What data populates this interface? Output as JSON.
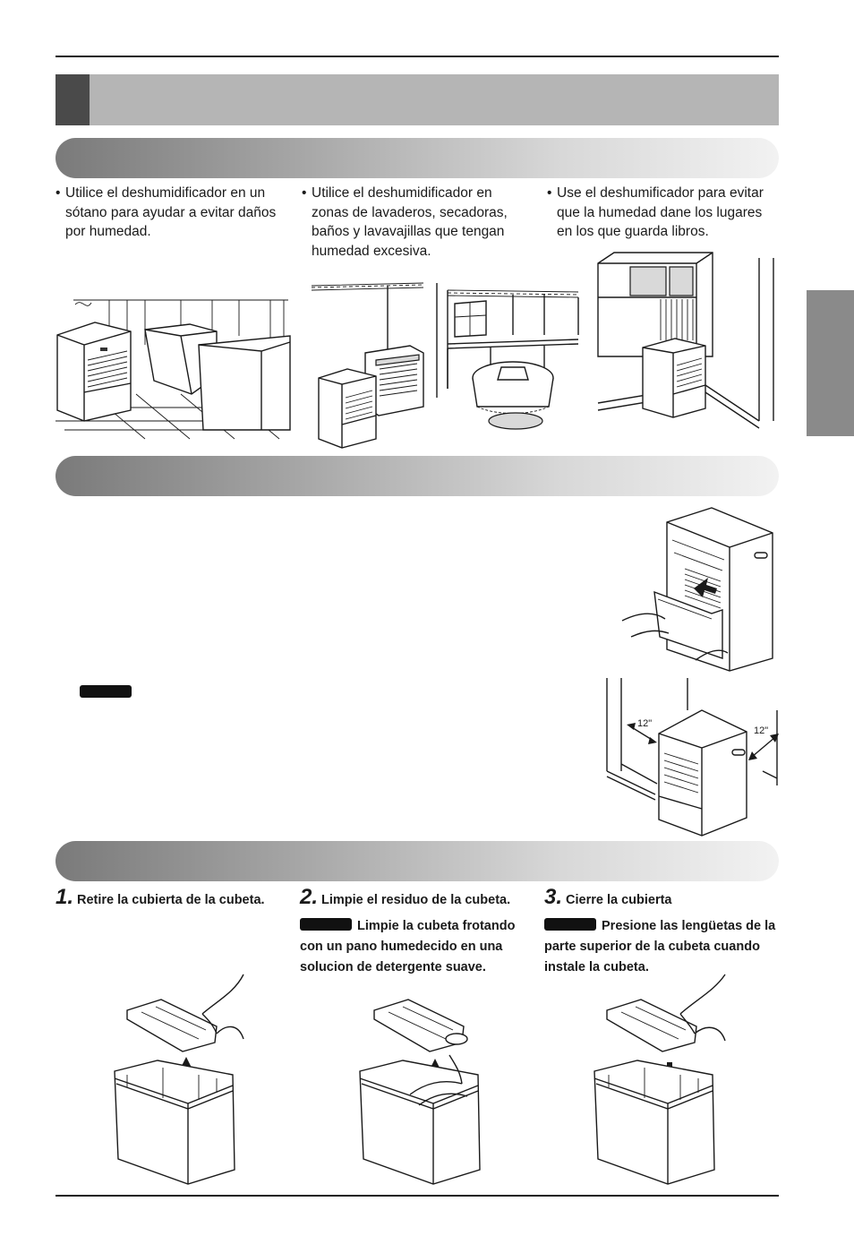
{
  "uses": [
    {
      "bullet": "•",
      "text": "Utilice el deshumidificador en un sótano para ayudar a evitar daños por humedad."
    },
    {
      "bullet": "•",
      "text": "Utilice el deshumidificador en zonas de lavaderos, secadoras, baños y lavavajillas que tengan humedad excesiva."
    },
    {
      "bullet": "•",
      "text": "Use el deshumificador para evitar que la humedad dane los lugares en los que guarda libros."
    }
  ],
  "clearance": {
    "left_label": "12\"",
    "right_label": "12\""
  },
  "steps": [
    {
      "number": "1.",
      "label": "Retire la cubierta de la cubeta.",
      "note": ""
    },
    {
      "number": "2.",
      "label": "Limpie el residuo de la cubeta.",
      "note": "Limpie la cubeta frotando con un pano humedecido en una solucion de detergente suave."
    },
    {
      "number": "3.",
      "label": "Cierre la cubierta",
      "note": "Presione las lengüetas de la parte superior de la cubeta cuando instale la cubeta."
    }
  ]
}
